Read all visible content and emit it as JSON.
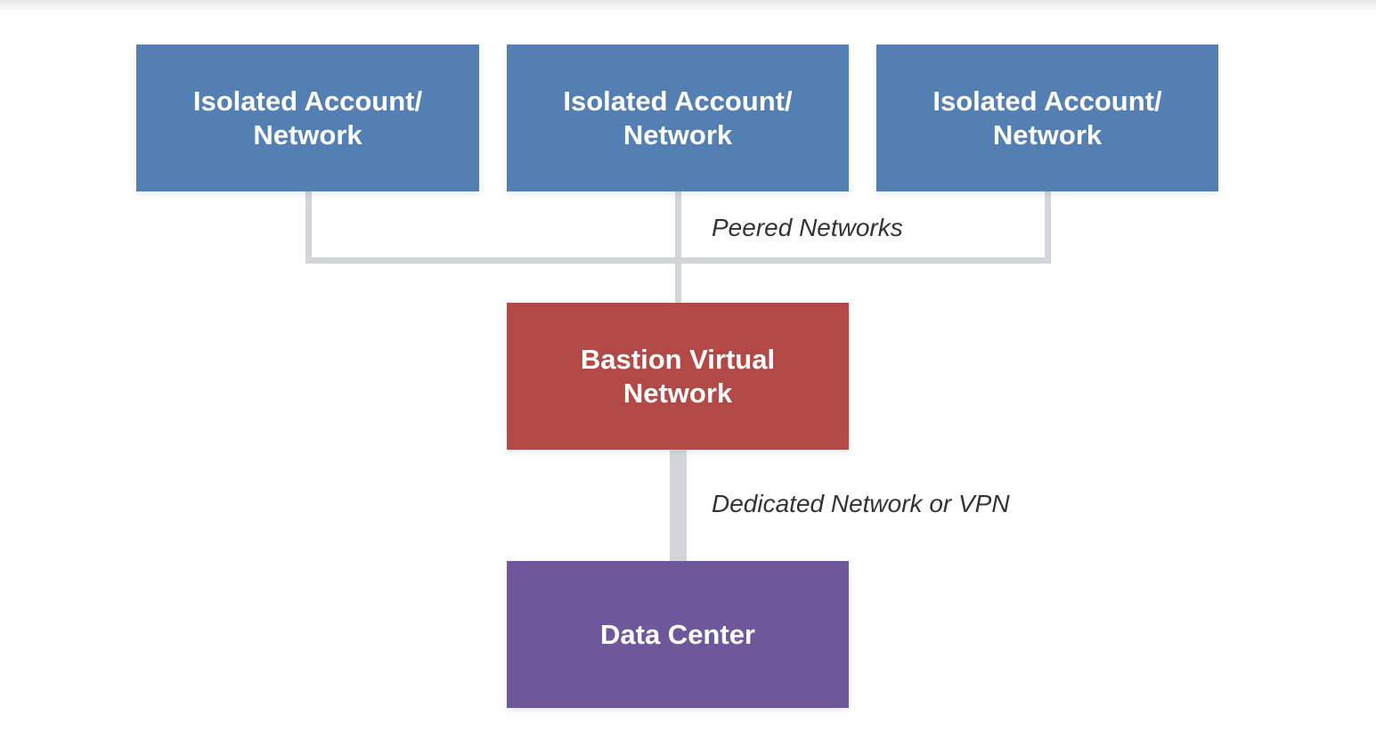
{
  "diagram": {
    "nodes": [
      {
        "id": "isolated-account-1",
        "label": "Isolated Account/\nNetwork",
        "color": "#537fb3",
        "text_color": "#ffffff"
      },
      {
        "id": "isolated-account-2",
        "label": "Isolated Account/\nNetwork",
        "color": "#537fb3",
        "text_color": "#ffffff"
      },
      {
        "id": "isolated-account-3",
        "label": "Isolated Account/\nNetwork",
        "color": "#537fb3",
        "text_color": "#ffffff"
      },
      {
        "id": "bastion-virtual-network",
        "label": "Bastion Virtual\nNetwork",
        "color": "#b24946",
        "text_color": "#ffffff"
      },
      {
        "id": "data-center",
        "label": "Data Center",
        "color": "#6f579c",
        "text_color": "#ffffff"
      }
    ],
    "edges": [
      {
        "from": "isolated-accounts",
        "to": "bastion-virtual-network",
        "label": "Peered Networks"
      },
      {
        "from": "bastion-virtual-network",
        "to": "data-center",
        "label": "Dedicated Network or VPN"
      }
    ],
    "connector_color": "#d2d6da",
    "edge_label_color": "#333333",
    "background_color": "#ffffff"
  }
}
